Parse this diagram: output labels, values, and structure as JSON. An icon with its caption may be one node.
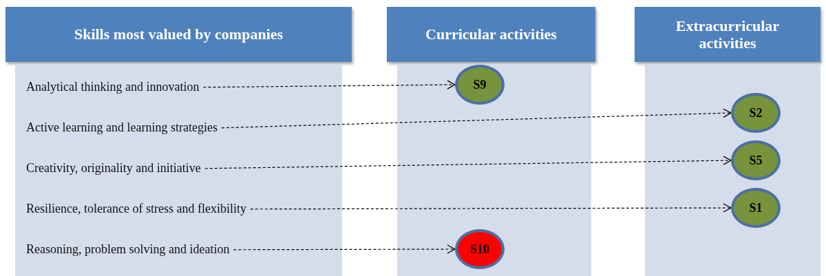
{
  "diagram": {
    "nodes": [
      {
        "text": [
          "Skills most valued by companies"
        ]
      },
      {
        "text": [],
        "shape": "box"
      },
      {
        "text": [
          "Analytical thinking and innovation"
        ],
        "in": 1
      },
      {
        "text": [
          "Active learning and learning strategies"
        ],
        "in": 1
      },
      {
        "text": [
          "Creativity, originality and initiative"
        ],
        "in": 1
      },
      {
        "text": [
          "Resilience, tolerance of stress and flexibility"
        ],
        "in": 1
      },
      {
        "text": [
          "Reasoning, problem solving and ideation"
        ],
        "in": 1
      },
      {
        "text": [
          "Curricular activities"
        ]
      },
      {
        "text": [],
        "shape": "box"
      },
      {
        "text": [
          "S9"
        ],
        "in": 8
      },
      {
        "text": [
          "S10"
        ],
        "in": 8
      },
      {
        "text": [
          "Extracurricular activities"
        ]
      },
      {
        "text": [],
        "shape": "box"
      },
      {
        "text": [
          "S2"
        ],
        "in": 12
      },
      {
        "text": [
          "S5"
        ],
        "in": 12
      },
      {
        "text": [
          "S1"
        ],
        "in": 12
      }
    ],
    "edges": [
      {
        "from": 2,
        "to": 9,
        "arrow": "to",
        "style": "dashed"
      },
      {
        "from": 3,
        "to": 13,
        "arrow": "to",
        "style": "dashed"
      },
      {
        "from": 4,
        "to": 14,
        "arrow": "to",
        "style": "dashed"
      },
      {
        "from": 5,
        "to": 15,
        "arrow": "to",
        "style": "dashed"
      },
      {
        "from": 6,
        "to": 10,
        "arrow": "to",
        "style": "dashed"
      }
    ]
  }
}
